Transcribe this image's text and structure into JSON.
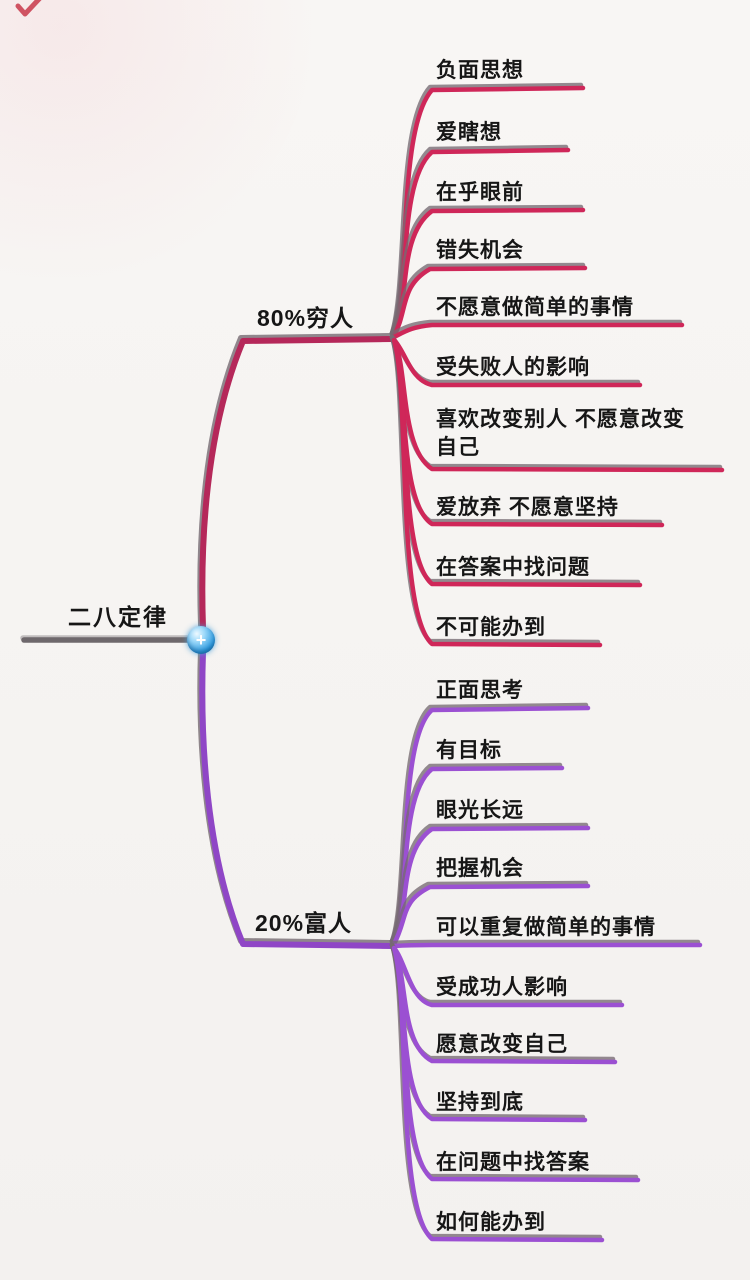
{
  "root": {
    "label": "二八定律",
    "toggle": "+"
  },
  "branches": [
    {
      "label": "80%穷人",
      "color": "#cf2759",
      "items": [
        "负面思想",
        "爱瞎想",
        "在乎眼前",
        "错失机会",
        "不愿意做简单的事情",
        "受失败人的影响",
        "喜欢改变别人 不愿意改变自己",
        "爱放弃 不愿意坚持",
        "在答案中找问题",
        "不可能办到"
      ]
    },
    {
      "label": "20%富人",
      "color": "#9b50d2",
      "items": [
        "正面思考",
        "有目标",
        "眼光长远",
        "把握机会",
        "可以重复做简单的事情",
        "受成功人影响",
        "愿意改变自己",
        "坚持到底",
        "在问题中找答案",
        "如何能办到"
      ]
    }
  ],
  "colors": {
    "poor_branch": "#cf2759",
    "rich_branch": "#9b50d2",
    "root_line": "#6e686c",
    "toggle_blue": "#2f9ce0",
    "text": "#161616"
  }
}
